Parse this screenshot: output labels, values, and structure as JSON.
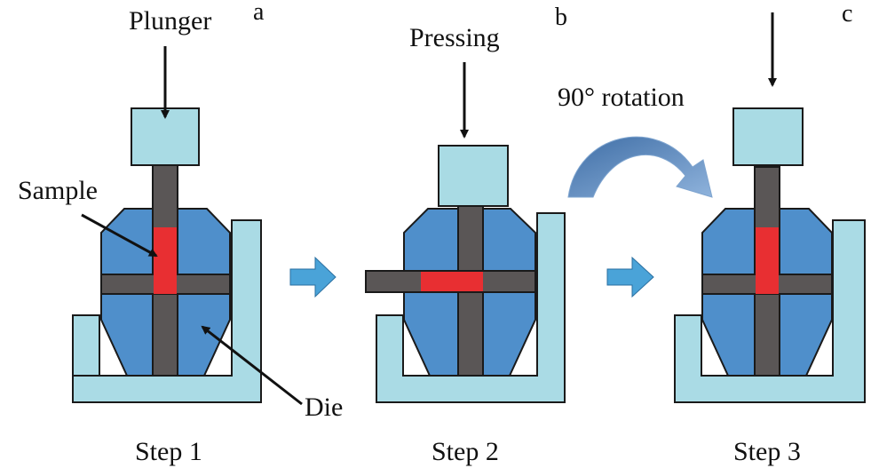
{
  "panels": [
    {
      "letter": "a",
      "step": "Step 1",
      "label": "Plunger"
    },
    {
      "letter": "b",
      "step": "Step 2",
      "label": "Pressing"
    },
    {
      "letter": "c",
      "step": "Step 3",
      "label": ""
    }
  ],
  "annotations": {
    "sample": "Sample",
    "die": "Die",
    "rotation": "90° rotation"
  },
  "colors": {
    "plunger": "#a9dbe4",
    "die": "#4f8fcb",
    "channel": "#5a5656",
    "sample": "#e82f32",
    "holder": "#aadbe5",
    "arrow_blue": "#4aa3d8",
    "outline": "#1a1a1a"
  }
}
